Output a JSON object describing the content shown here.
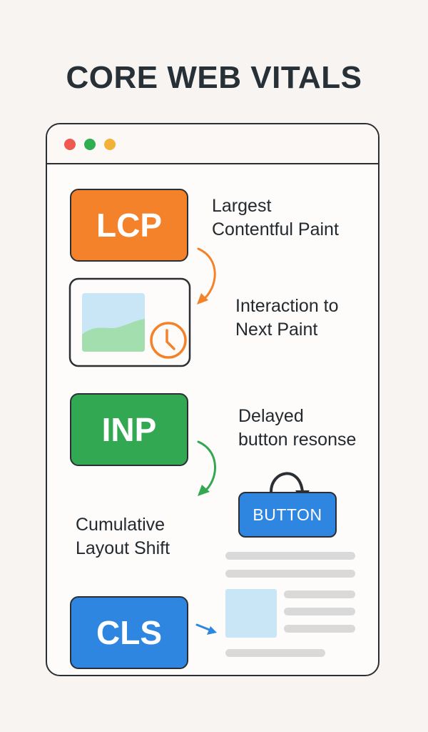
{
  "title": "CORE WEB VITALS",
  "browser_dots": [
    "#ee5a4f",
    "#2fae4f",
    "#f2b23a"
  ],
  "metrics": {
    "lcp": {
      "label": "LCP",
      "color": "#f4822b",
      "description_lines": [
        "Largest",
        "Contentful Paint"
      ]
    },
    "inp": {
      "label": "INP",
      "color": "#33a853",
      "description_lines": [
        "Interaction to",
        "Next Paint"
      ]
    },
    "cls": {
      "label": "CLS",
      "color": "#2f86e0",
      "description_lines": [
        "Cumulative",
        "Layout Shift"
      ]
    }
  },
  "inp_example": {
    "caption_lines": [
      "Delayed",
      "button resonse"
    ],
    "button_label": "BUTTON"
  },
  "colors": {
    "arrow_orange": "#f4822b",
    "arrow_green": "#33a853",
    "arrow_blue": "#2f86e0",
    "placeholder_gray": "#d9d9d9",
    "image_sky": "#c9e6f6",
    "image_hill": "#a3dfae"
  }
}
